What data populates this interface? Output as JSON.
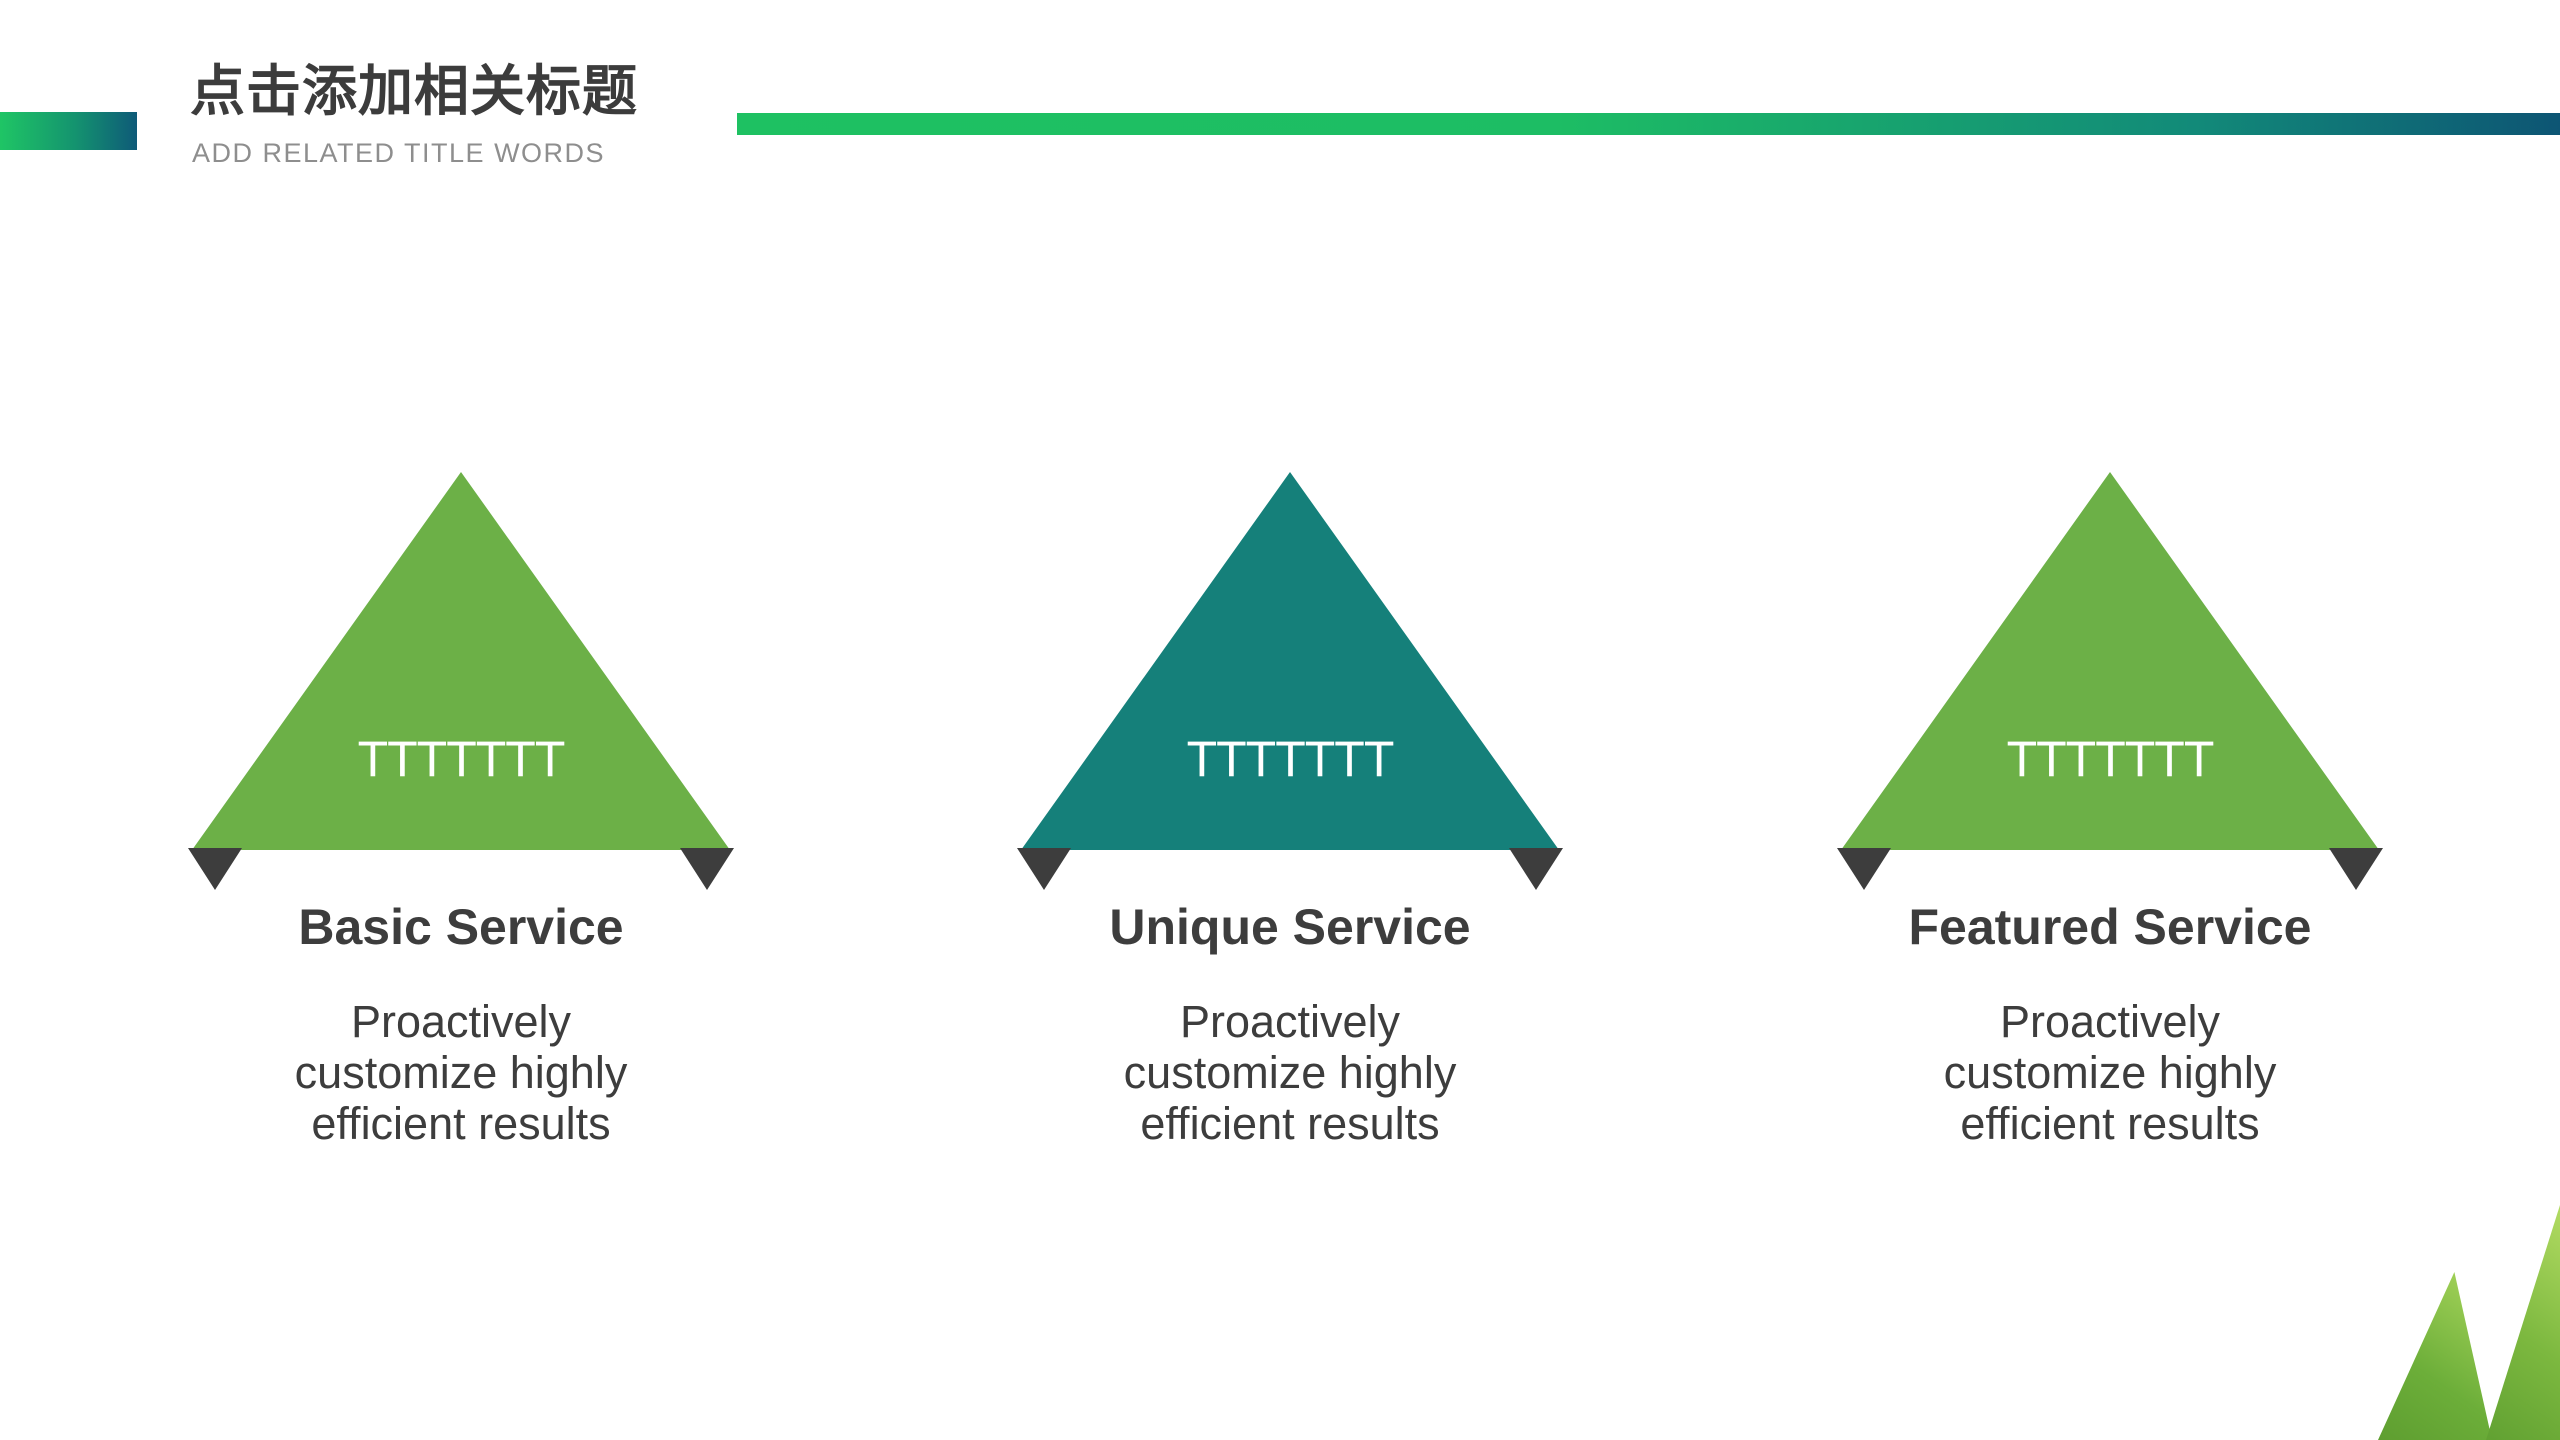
{
  "header": {
    "title_zh": "点击添加相关标题",
    "subtitle": "ADD RELATED TITLE WORDS"
  },
  "palette": {
    "green_triangle": "#6cb047",
    "teal_triangle": "#15807a",
    "notch_dark": "#3d3d3d",
    "accent_bar_gradient_start": "#1fc565",
    "accent_bar_gradient_end": "#0e5a78",
    "header_line_gradient_start": "#1ec162",
    "header_line_gradient_end": "#0d5574",
    "deco_green_light": "#a9d65c",
    "deco_green_dark": "#5e9e30",
    "title_text": "#3c3c3c",
    "subtitle_text": "#8e8e8e",
    "body_text": "#3d3d3d"
  },
  "groups": [
    {
      "label": "TTTTTTT",
      "title": "Basic Service",
      "desc": "Proactively\ncustomize highly\nefficient results",
      "color": "#6cb047"
    },
    {
      "label": "TTTTTTT",
      "title": "Unique Service",
      "desc": "Proactively\ncustomize highly\nefficient results",
      "color": "#15807a"
    },
    {
      "label": "TTTTTTT",
      "title": "Featured Service",
      "desc": "Proactively\ncustomize highly\nefficient results",
      "color": "#6cb047"
    }
  ]
}
